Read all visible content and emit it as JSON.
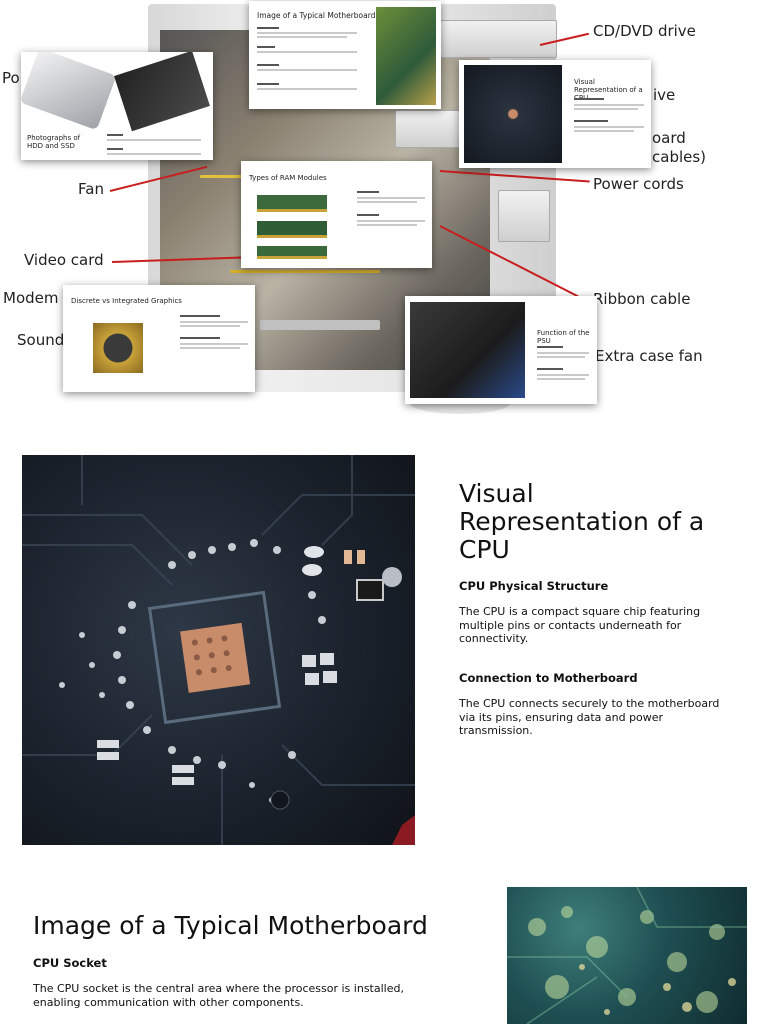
{
  "hero": {
    "callouts": {
      "cd_dvd": "CD/DVD drive",
      "po": "Po",
      "ive": "ive",
      "oard": "oard",
      "cables": "cables)",
      "fan": "Fan",
      "power_cords": "Power cords",
      "video_card": "Video card",
      "modem": "Modem",
      "ribbon": "Ribbon cable",
      "sound": "Sound",
      "extra_fan": "Extra case fan"
    },
    "slides": {
      "motherboard": {
        "title": "Image of a Typical Motherboard"
      },
      "cpu": {
        "title": "Visual Representation of a CPU"
      },
      "hdd": {
        "title": "Photographs of HDD and SSD"
      },
      "ram": {
        "title": "Types of RAM Modules"
      },
      "graphics": {
        "title": "Discrete vs Integrated Graphics"
      },
      "psu": {
        "title": "Function of the PSU"
      }
    }
  },
  "cpu_section": {
    "title": "Visual Representation of a CPU",
    "blocks": [
      {
        "heading": "CPU Physical Structure",
        "text": "The CPU is a compact square chip featuring multiple pins or contacts underneath for connectivity."
      },
      {
        "heading": "Connection to Motherboard",
        "text": "The CPU connects securely to the motherboard via its pins, ensuring data and power transmission."
      }
    ]
  },
  "motherboard_section": {
    "title": "Image of a Typical Motherboard",
    "blocks": [
      {
        "heading": "CPU Socket",
        "text": "The CPU socket is the central area where the processor is installed, enabling communication with other components."
      }
    ]
  },
  "colors": {
    "leader": "#c81e1e",
    "board_dark": "#1b222c",
    "copper": "#c98c6a"
  }
}
